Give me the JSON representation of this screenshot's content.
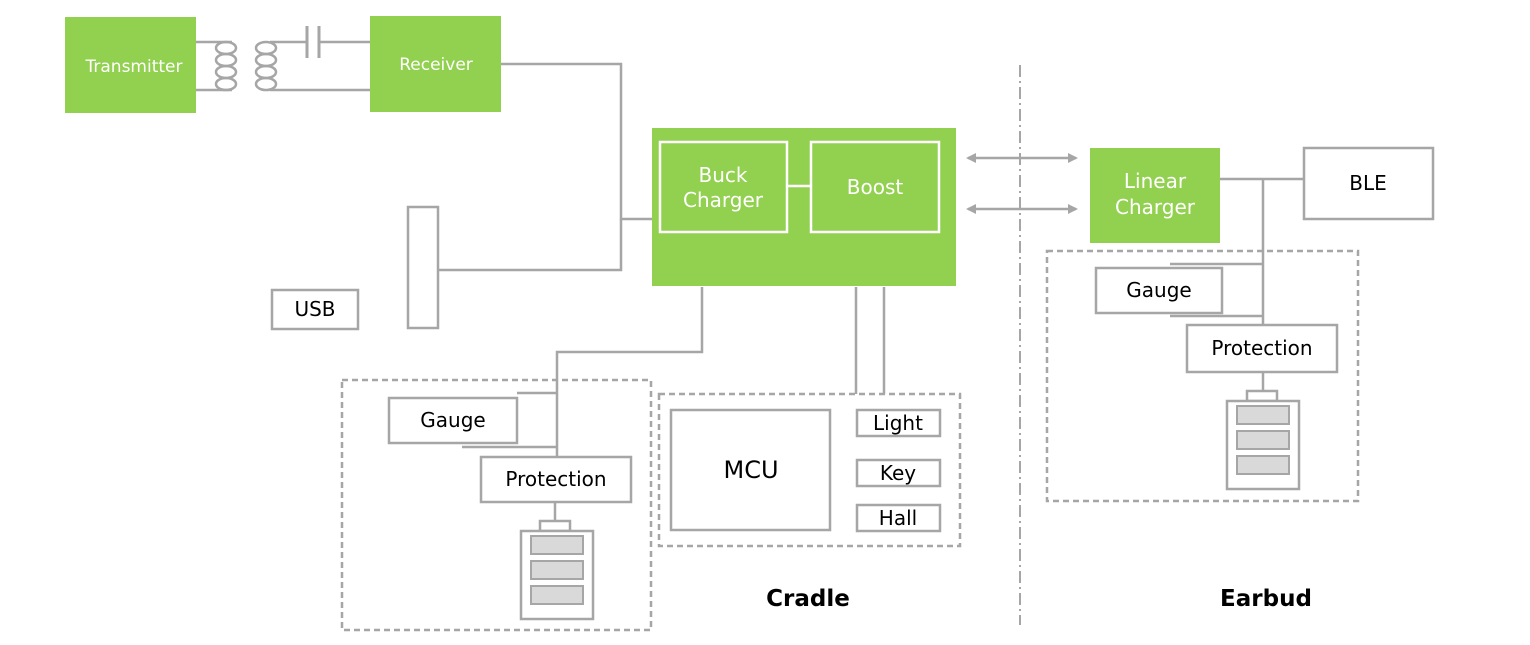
{
  "colors": {
    "green": "#92d050",
    "line": "#a6a6a6",
    "dashed": "#a6a6a6",
    "cell": "#d9d9d9",
    "text": "#000000",
    "text_on_green": "#ffffff"
  },
  "blocks": {
    "transmitter": "Transmitter",
    "receiver": "Receiver",
    "buck_line1": "Buck",
    "buck_line2": "Charger",
    "boost": "Boost",
    "usb": "USB",
    "cradle_gauge": "Gauge",
    "cradle_protection": "Protection",
    "mcu": "MCU",
    "light": "Light",
    "key": "Key",
    "hall": "Hall",
    "linear_line1": "Linear",
    "linear_line2": "Charger",
    "ble": "BLE",
    "earbud_gauge": "Gauge",
    "earbud_protection": "Protection"
  },
  "sections": {
    "cradle": "Cradle",
    "earbud": "Earbud"
  }
}
